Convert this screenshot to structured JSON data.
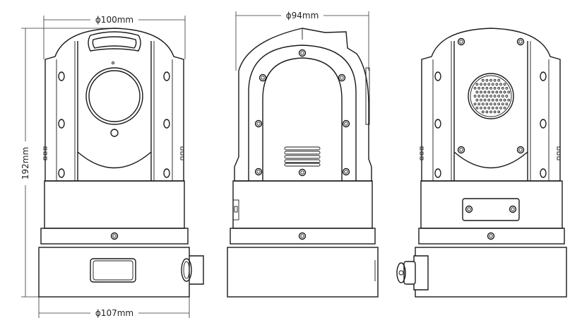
{
  "dimensions": {
    "head_width": "ϕ100mm",
    "side_width": "ϕ94mm",
    "height": "192mm",
    "base_width": "ϕ107mm"
  },
  "views": [
    "front",
    "side",
    "back"
  ]
}
